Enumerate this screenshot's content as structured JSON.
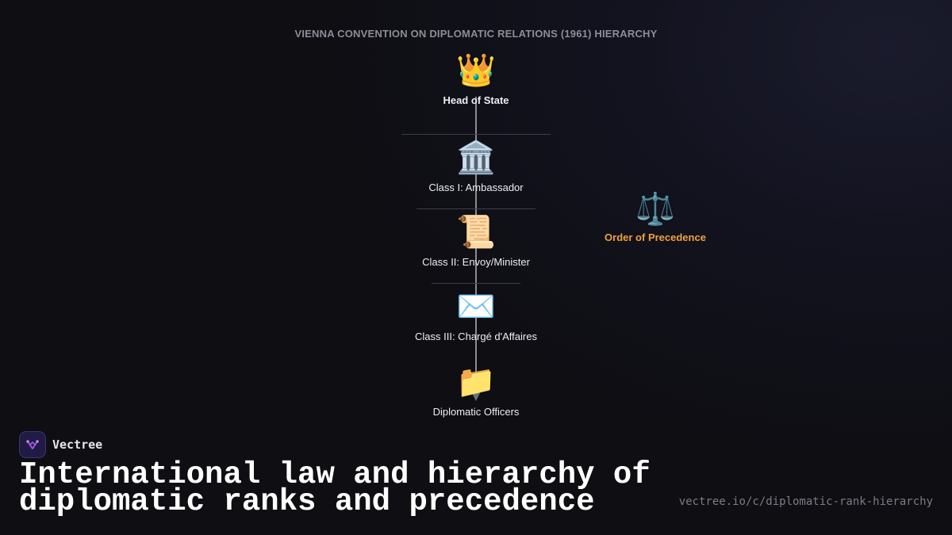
{
  "title": "VIENNA CONVENTION ON DIPLOMATIC RELATIONS (1961) HIERARCHY",
  "hierarchy": [
    {
      "icon": "crown-icon",
      "glyph": "👑",
      "label": "Head of State"
    },
    {
      "icon": "classical-building-icon",
      "glyph": "🏛️",
      "label": "Class I: Ambassador"
    },
    {
      "icon": "scroll-icon",
      "glyph": "📜",
      "label": "Class II: Envoy/Minister"
    },
    {
      "icon": "envelope-icon",
      "glyph": "✉️",
      "label": "Class III: Chargé d'Affaires"
    },
    {
      "icon": "folder-icon",
      "glyph": "📁",
      "label": "Diplomatic Officers"
    }
  ],
  "side": {
    "icon": "scales-icon",
    "glyph": "⚖️",
    "label": "Order of Precedence",
    "color": "#f0a040"
  },
  "brand": {
    "name": "Vectree",
    "logo_icon": "vectree-logo-icon"
  },
  "headline": {
    "line1": "International law and hierarchy of",
    "line2": "diplomatic ranks and precedence"
  },
  "url": "vectree.io/c/diplomatic-rank-hierarchy"
}
